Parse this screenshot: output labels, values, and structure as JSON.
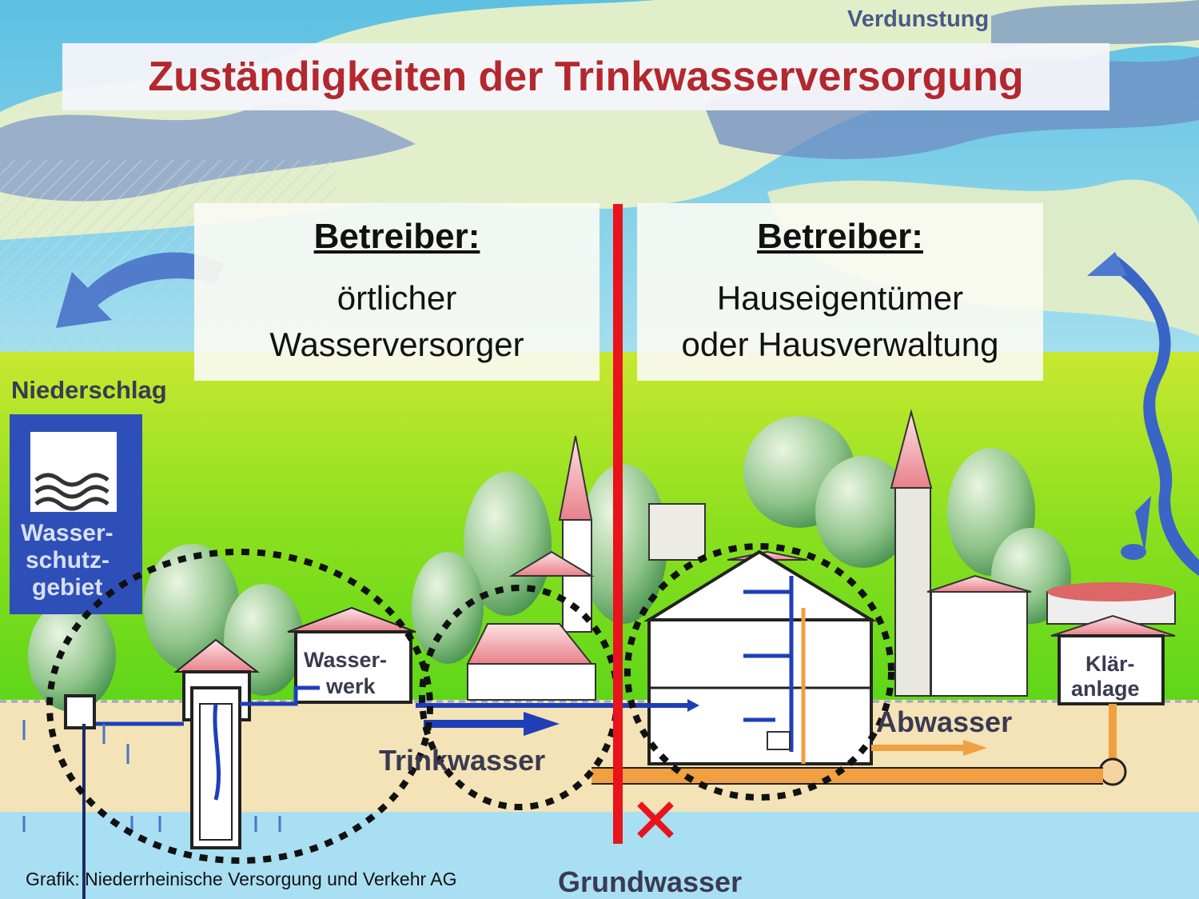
{
  "title": "Zuständigkeiten der Trinkwasserversorgung",
  "labels": {
    "evaporation": "Verdunstung",
    "precipitation": "Niederschlag",
    "protection_zone": [
      "Wasser-",
      "schutz-",
      "gebiet"
    ],
    "waterworks": [
      "Wasser-",
      "werk"
    ],
    "drinking_water": "Trinkwasser",
    "wastewater": "Abwasser",
    "treatment_plant": [
      "Klär-",
      "anlage"
    ],
    "groundwater": "Grundwasser"
  },
  "left_panel": {
    "heading": "Betreiber:",
    "lines": [
      "örtlicher",
      "Wasserversorger"
    ]
  },
  "right_panel": {
    "heading": "Betreiber:",
    "lines": [
      "Hauseigentümer",
      "oder Hausverwaltung"
    ]
  },
  "credit": "Grafik: Niederrheinische Versorgung und Verkehr AG",
  "colors": {
    "title_red": "#b3282e",
    "divider_red": "#e8131b",
    "sky": "#8fd3e8",
    "meadow": "#7fdc2a",
    "ground": "#f3e3b6",
    "groundwater": "#a9dff2",
    "pipe_blue": "#1f3fb8",
    "pipe_orange": "#f0a040"
  }
}
